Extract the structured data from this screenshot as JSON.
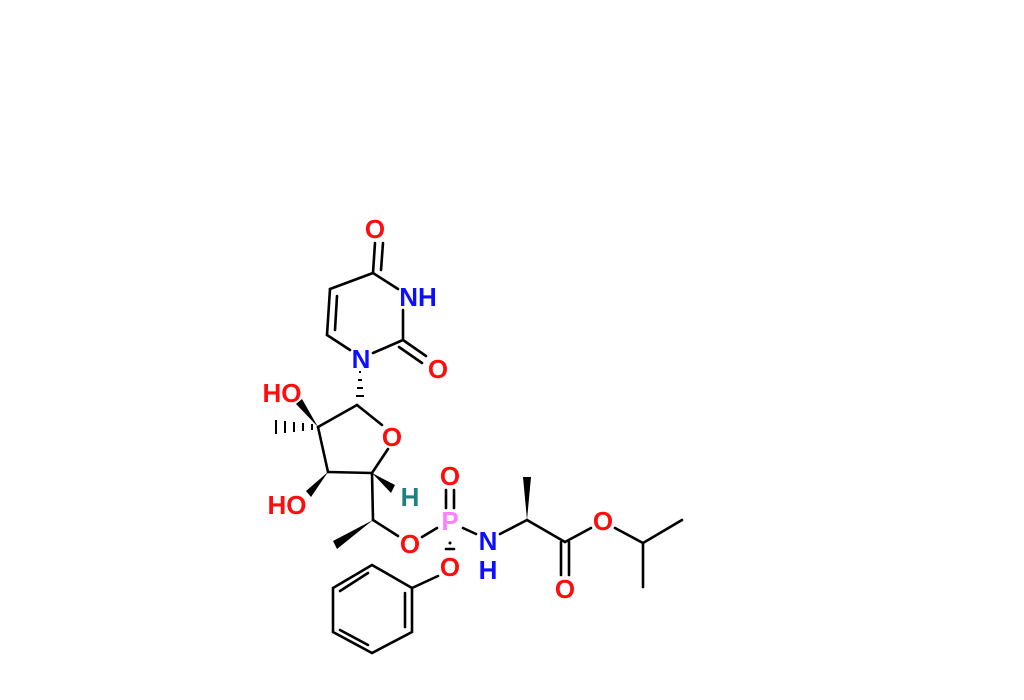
{
  "molecule": {
    "atoms": {
      "o_c4": "O",
      "nh3": "NH",
      "o_c2": "O",
      "n1": "N",
      "ho_c2p": "HO",
      "o_ring": "O",
      "ho_c3p": "HO",
      "h_c4p": "H",
      "o_ester_p": "O",
      "o_p_double": "O",
      "p": "P",
      "o_phenoxy": "O",
      "n_amide": "N",
      "h_amide": "H",
      "o_carbonyl": "O",
      "o_ester": "O"
    },
    "colors": {
      "oxygen": "#ff0d0d",
      "nitrogen": "#0d0dff",
      "phosphorus": "#ff80ff",
      "hydrogen": "#1f8080",
      "bond": "#000000"
    }
  }
}
